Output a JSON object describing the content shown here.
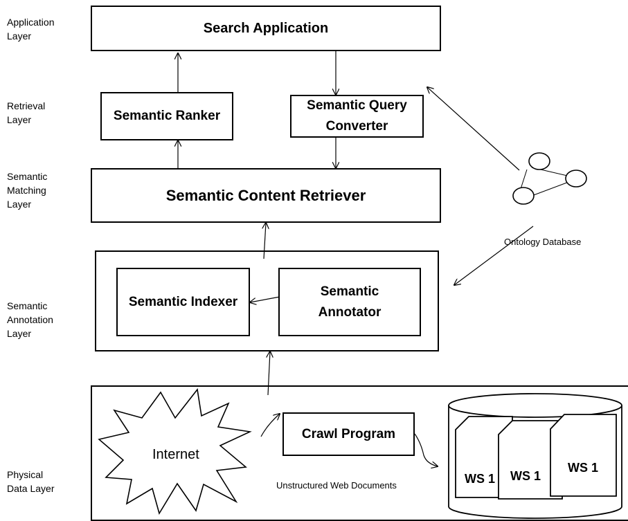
{
  "layers": {
    "application": "Application\nLayer",
    "retrieval": "Retrieval\nLayer",
    "matching": "Semantic\nMatching\nLayer",
    "annotation": "Semantic\nAnnotation\nLayer",
    "physical": "Physical\nData Layer"
  },
  "components": {
    "search_application": "Search Application",
    "semantic_ranker": "Semantic Ranker",
    "semantic_query_converter": "Semantic Query\nConverter",
    "semantic_content_retriever": "Semantic Content Retriever",
    "semantic_indexer": "Semantic Indexer",
    "semantic_annotator": "Semantic\nAnnotator",
    "crawl_program": "Crawl Program",
    "internet": "Internet"
  },
  "labels": {
    "ontology_database": "Ontology Database",
    "unstructured_docs": "Unstructured Web Documents"
  },
  "web_stores": [
    "WS 1",
    "WS 1",
    "WS 1"
  ]
}
